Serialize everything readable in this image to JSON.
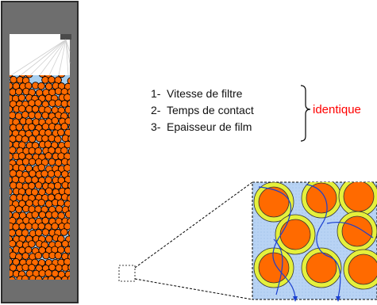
{
  "list_items": [
    {
      "number": "1-",
      "text": "Vitesse de filtre"
    },
    {
      "number": "2-",
      "text": "Temps de contact"
    },
    {
      "number": "3-",
      "text": "Epaisseur de film"
    }
  ],
  "brace_label": "identique",
  "colors": {
    "column_frame": "#6e6e6e",
    "column_frame_dark": "#2b2b2b",
    "liquid": "#a9cfee",
    "particle": "#ff6a00",
    "particle_outline": "#000000",
    "film": "#e5f03c",
    "zoom_background": "#b8d3f4",
    "zoom_flow": "#1a3fd0",
    "label_highlight": "#ff0000"
  },
  "icons": [
    "spray-nozzle-icon",
    "flow-arrow-icon"
  ]
}
